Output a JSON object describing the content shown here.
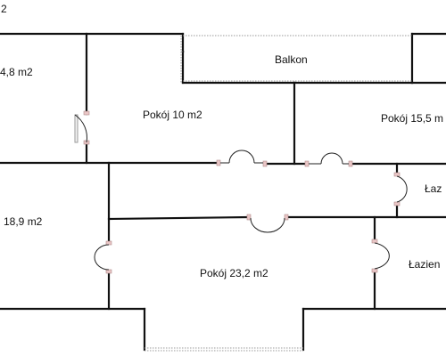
{
  "header": {
    "unit_fragment": "2"
  },
  "rooms": [
    {
      "id": "room-top-left",
      "label": "4,8  m2"
    },
    {
      "id": "room-pokoj-10",
      "label": "Pokój 10 m2"
    },
    {
      "id": "room-balkon",
      "label": "Balkon"
    },
    {
      "id": "room-pokoj-15",
      "label": "Pokój 15,5 m"
    },
    {
      "id": "room-lazienka-upper",
      "label": "Łaz"
    },
    {
      "id": "room-left-189",
      "label": "18,9 m2"
    },
    {
      "id": "room-pokoj-232",
      "label": "Pokój 23,2 m2"
    },
    {
      "id": "room-lazienka-lower",
      "label": "Łazien"
    }
  ],
  "colors": {
    "wall": "#111111",
    "door_jamb": "#e9c6c6",
    "glass": "#9a9a9a"
  }
}
